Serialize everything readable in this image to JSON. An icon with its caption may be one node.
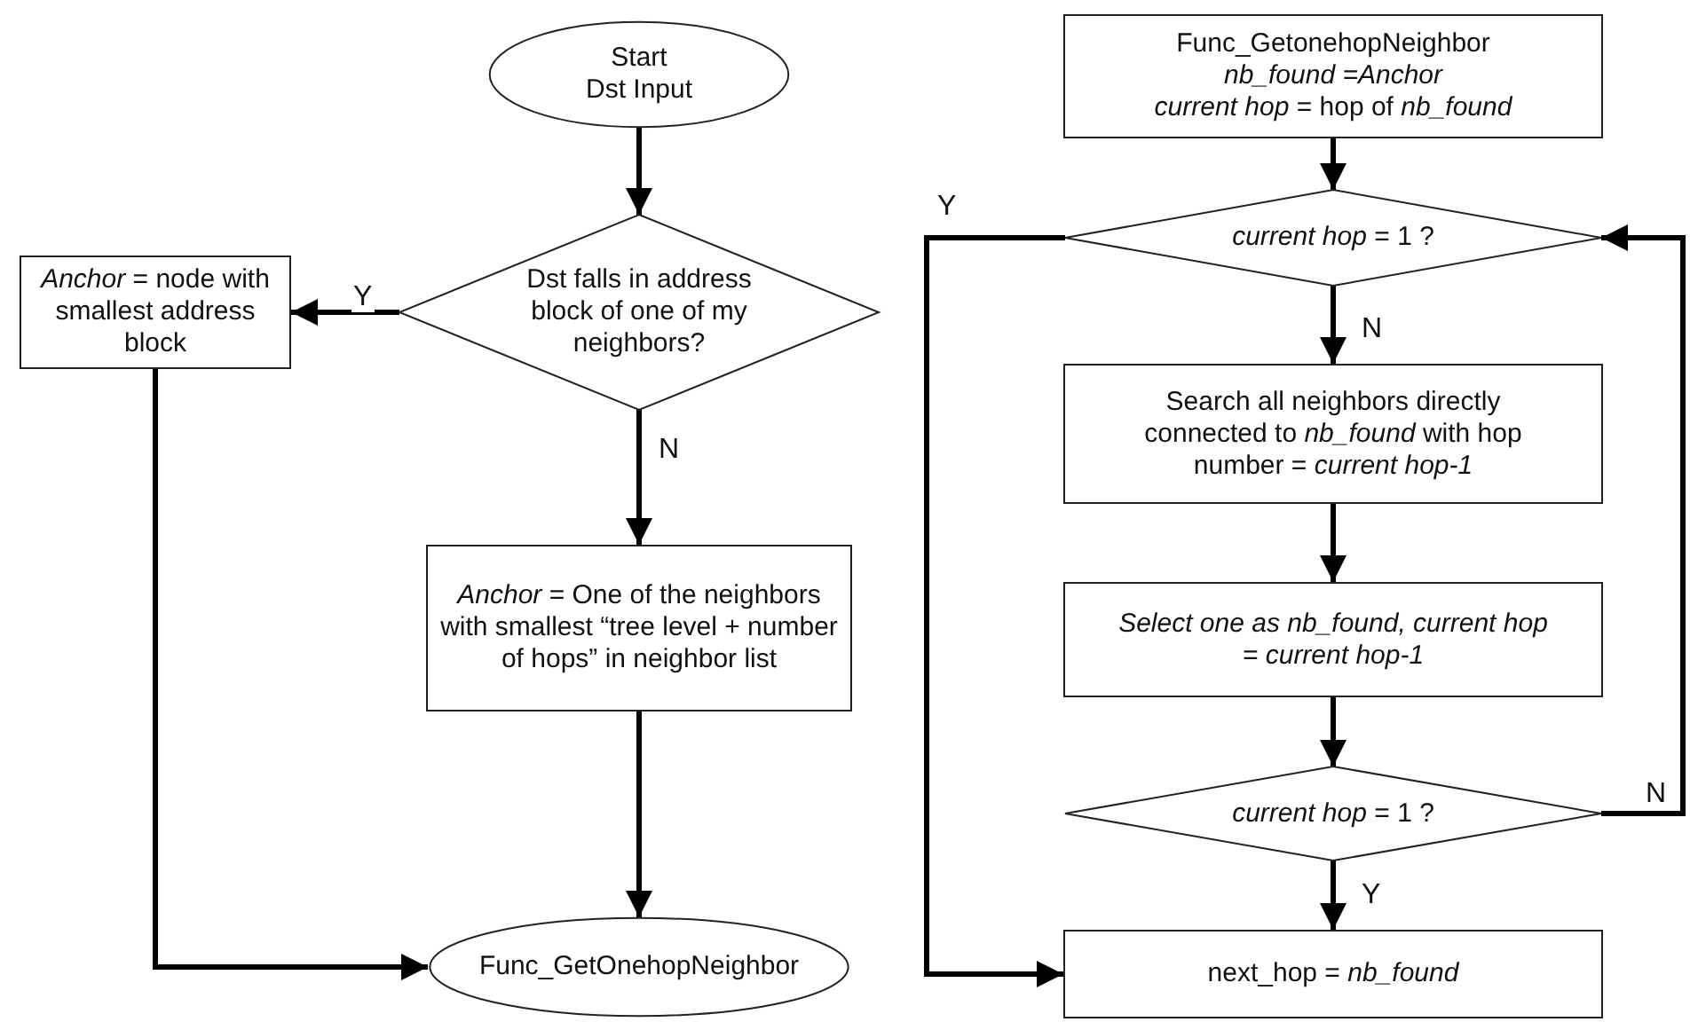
{
  "diagram": {
    "nodes": [
      {
        "text": [
          "Start",
          "Dst Input"
        ]
      },
      {
        "text": [
          "Dst falls in address block of one of my neighbors?"
        ]
      },
      {
        "text": [
          "*Anchor* = node with smallest address block"
        ]
      },
      {
        "text": [
          "*Anchor* = One of the neighbors with smallest “tree level + number of hops” in neighbor list"
        ]
      },
      {
        "text": [
          "Func_GetOnehopNeighbor"
        ]
      },
      {
        "text": [
          "Func_GetonehopNeighbor",
          "nb_found =Anchor",
          "*current hop* = hop of *nb_found*"
        ]
      },
      {
        "text": [
          "*current hop* = 1 ?"
        ]
      },
      {
        "text": [
          "Search all neighbors directly connected to *nb_found* with hop number =  *current hop-1*"
        ]
      },
      {
        "text": [
          "Select one as nb_found, current hop = current hop-1"
        ]
      },
      {
        "text": [
          "*current hop* = 1 ?"
        ]
      },
      {
        "text": [
          "next_hop = *nb_found*"
        ]
      }
    ],
    "edges": [
      {
        "from": 0,
        "to": 1,
        "arrow": "to"
      },
      {
        "from": 1,
        "to": 2,
        "arrow": "to",
        "label": "Y"
      },
      {
        "from": 1,
        "to": 3,
        "arrow": "to",
        "label": "N"
      },
      {
        "from": 3,
        "to": 4,
        "arrow": "to"
      },
      {
        "from": 2,
        "to": 4,
        "arrow": "to"
      },
      {
        "from": 5,
        "to": 6,
        "arrow": "to"
      },
      {
        "from": 6,
        "to": 10,
        "arrow": "to",
        "label": "Y"
      },
      {
        "from": 6,
        "to": 7,
        "arrow": "to",
        "label": "N"
      },
      {
        "from": 7,
        "to": 8,
        "arrow": "to"
      },
      {
        "from": 8,
        "to": 9,
        "arrow": "to"
      },
      {
        "from": 9,
        "to": 6,
        "arrow": "to",
        "label": "N"
      },
      {
        "from": 9,
        "to": 10,
        "arrow": "to",
        "label": "Y"
      }
    ]
  }
}
